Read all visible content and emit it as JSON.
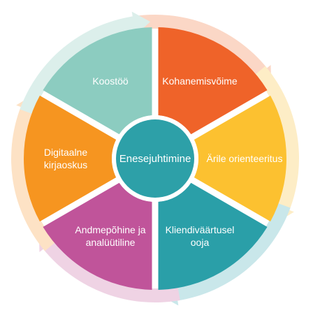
{
  "diagram": {
    "center": {
      "label": "Enesejuhtimine",
      "color": "#2da0a8"
    },
    "segments": [
      {
        "id": "kohanemisvoime",
        "label_lines": [
          "Kohanemisvõime"
        ],
        "color": "#ef6329",
        "arrow_color": "#fbd7c6"
      },
      {
        "id": "arile-orienteeritus",
        "label_lines": [
          "Ärile orienteeritus"
        ],
        "color": "#fcc130",
        "arrow_color": "#fdedc6"
      },
      {
        "id": "kliendivaartusel-ooja",
        "label_lines": [
          "Kliendiväärtusel",
          "ooja"
        ],
        "color": "#2a9fa8",
        "arrow_color": "#c9e7ea"
      },
      {
        "id": "andmepohine-ja-analuutiline",
        "label_lines": [
          "Andmepõhine ja",
          "analüütiline"
        ],
        "color": "#c0549a",
        "arrow_color": "#efd3e4"
      },
      {
        "id": "digitaalne-kirjaoskus",
        "label_lines": [
          "Digitaalne",
          "kirjaoskus"
        ],
        "color": "#f69520",
        "arrow_color": "#fde2c5"
      },
      {
        "id": "koostoo",
        "label_lines": [
          "Koostöö"
        ],
        "color": "#8cccc0",
        "arrow_color": "#dcefeb"
      }
    ]
  }
}
